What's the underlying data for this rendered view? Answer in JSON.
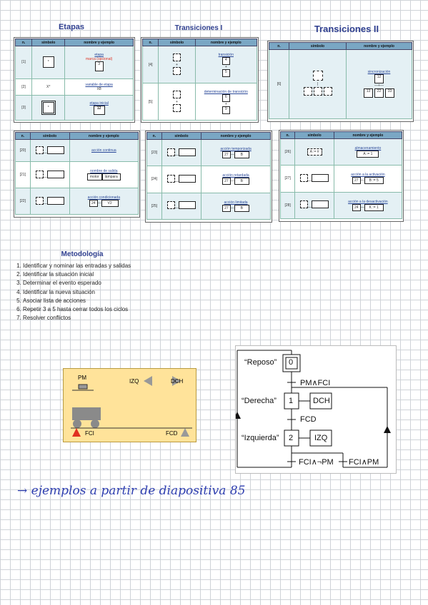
{
  "headings": {
    "etapas": "Etapas",
    "transiciones1": "Transiciones I",
    "transiciones2": "Transiciones II",
    "metodologia": "Metodología"
  },
  "cols": {
    "n": "n.",
    "simbolo": "símbolo",
    "nombre": "nombre y ejemplo"
  },
  "etapas": [
    {
      "n": "[1]",
      "label": "etapa",
      "note": "marca (opcional)",
      "ex": "3"
    },
    {
      "n": "[2]",
      "sym": "X*",
      "label": "variable de etapa",
      "ex": "X8"
    },
    {
      "n": "[3]",
      "label": "etapa inicial",
      "ex": "12"
    }
  ],
  "trans1": [
    {
      "n": "[4]",
      "label": "transición"
    },
    {
      "n": "[5]",
      "label": "determinación de transición"
    }
  ],
  "trans2": [
    {
      "n": "[6]",
      "label": "sincronización",
      "nums": [
        "12",
        "13",
        "22",
        "33"
      ]
    }
  ],
  "acc1": [
    {
      "n": "[20]",
      "label": "acción continua"
    },
    {
      "n": "[21]",
      "label": "nombre de salida",
      "ex": [
        "motor",
        "lámpara"
      ]
    },
    {
      "n": "[22]",
      "label": "acción condicionada",
      "ex": [
        "24",
        "V2",
        "d"
      ]
    }
  ],
  "acc2": [
    {
      "n": "[23]",
      "label": "acción temporizada",
      "tag": "3s/a7s",
      "ex": [
        "27",
        "B"
      ]
    },
    {
      "n": "[24]",
      "label": "acción retardada",
      "tag": "3s/X27",
      "ex": [
        "27",
        "B"
      ]
    },
    {
      "n": "[25]",
      "label": "acción limitada",
      "tag": "3s/X27",
      "ex": [
        "27",
        "B"
      ]
    }
  ],
  "acc3": [
    {
      "n": "[26]",
      "label": "almacenamiento",
      "sym": "A := #",
      "ex": "A := 1"
    },
    {
      "n": "[27]",
      "label": "acción a la activación",
      "ex": [
        "27",
        "B := 5"
      ]
    },
    {
      "n": "[28]",
      "label": "acción a la desactivación",
      "ex": [
        "24",
        "K := 1"
      ]
    }
  ],
  "metodologia": [
    "Identificar y nominar las entradas y salidas",
    "Identificar la situación inicial",
    "Determinar el evento esperado",
    "Identificar la nueva situación",
    "Asociar lista de acciones",
    "Repetir 3 a 5 hasta cerrar todos los ciclos",
    "Resolver conflictos"
  ],
  "device": {
    "pm": "PM",
    "izq": "IZQ",
    "dch": "DCH",
    "fci": "FCI",
    "fcd": "FCD",
    "colors": {
      "bg": "#ffe39a",
      "cart": "#8a8a8a",
      "fci": "#e03020"
    }
  },
  "grafcet": {
    "steps": [
      {
        "num": "0",
        "name": "“Reposo”"
      },
      {
        "num": "1",
        "name": "“Derecha”",
        "action": "DCH"
      },
      {
        "num": "2",
        "name": "“Izquierda”",
        "action": "IZQ"
      }
    ],
    "t0": "PM∧FCI",
    "t1": "FCD",
    "t2a": "FCI∧¬PM",
    "t2b": "FCI∧PM"
  },
  "handwriting": "→ ejemplos a partir de diapositiva 85"
}
